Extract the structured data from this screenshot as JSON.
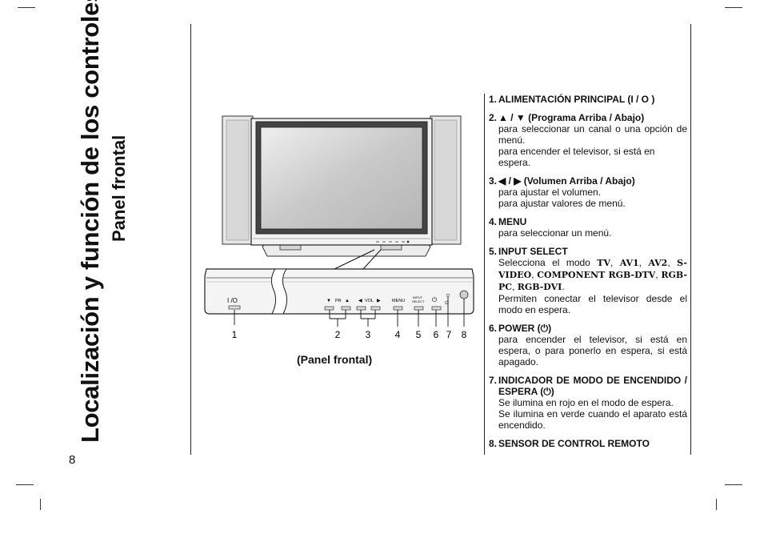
{
  "page": {
    "title_main": "Localización y función de los controles",
    "title_sub": "Panel frontal",
    "page_number": "8"
  },
  "figure": {
    "caption": "(Panel frontal)",
    "panel_labels": {
      "power": "I /O",
      "pr": "PR",
      "vol": "VOL",
      "menu": "MENU",
      "input_select_1": "INPUT",
      "input_select_2": "SELECT"
    },
    "callouts": [
      "1",
      "2",
      "3",
      "4",
      "5",
      "6",
      "7",
      "8"
    ]
  },
  "items": [
    {
      "num": "1.",
      "title": "ALIMENTACIÓN PRINCIPAL (I / O )",
      "lines": []
    },
    {
      "num": "2.",
      "title": "▲ / ▼ (Programa Arriba / Abajo)",
      "lines": [
        "para seleccionar un canal o una opción de menú.",
        "para encender el televisor, si está en espera."
      ]
    },
    {
      "num": "3.",
      "title": "◀ / ▶ (Volumen Arriba / Abajo)",
      "lines": [
        "para ajustar el volumen.",
        "para ajustar valores de menú."
      ]
    },
    {
      "num": "4.",
      "title": "MENU",
      "lines": [
        "para seleccionar un menú."
      ]
    },
    {
      "num": "5.",
      "title": "INPUT SELECT",
      "intro": "Selecciona el modo",
      "modes": [
        "TV",
        "AV1",
        "AV2",
        "S-VIDEO",
        "COMPONENT RGB-DTV",
        "RGB-PC",
        "RGB-DVI"
      ],
      "lines": [
        "Permiten conectar el televisor desde el modo en espera."
      ]
    },
    {
      "num": "6.",
      "title": "POWER (⏻)",
      "lines": [
        "para encender el televisor, si está en espera, o para ponerlo en espera, si está apagado."
      ]
    },
    {
      "num": "7.",
      "title": "INDICADOR DE MODO DE ENCENDIDO / ESPERA (⏻)",
      "lines": [
        "Se ilumina en rojo en el modo de espera.",
        "Se ilumina en verde cuando el aparato está encendido."
      ]
    },
    {
      "num": "8.",
      "title": "SENSOR DE CONTROL REMOTO",
      "lines": []
    }
  ]
}
